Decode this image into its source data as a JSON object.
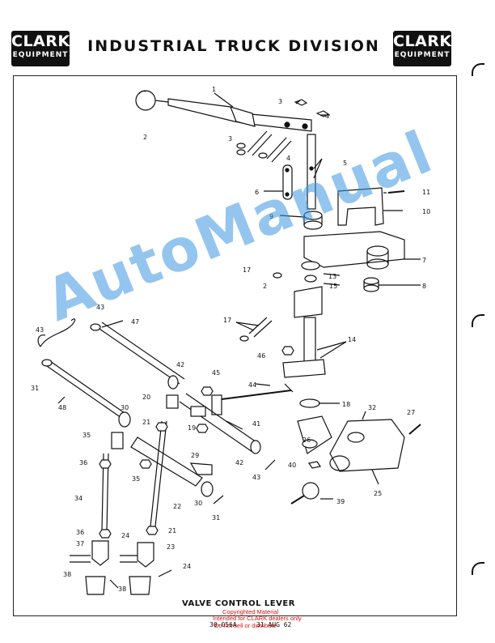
{
  "header": {
    "logo_left": {
      "line1": "CLARK",
      "line2": "EQUIPMENT"
    },
    "title": "INDUSTRIAL TRUCK DIVISION",
    "logo_right": {
      "line1": "CLARK",
      "line2": "EQUIPMENT"
    }
  },
  "diagram": {
    "callouts": [
      "1",
      "2",
      "3",
      "4",
      "3",
      "4",
      "5",
      "6",
      "11",
      "10",
      "9",
      "7",
      "13",
      "15",
      "8",
      "17",
      "2",
      "43",
      "47",
      "17",
      "14",
      "43",
      "46",
      "42",
      "45",
      "44",
      "31",
      "48",
      "20",
      "18",
      "32",
      "27",
      "30",
      "21",
      "19",
      "41",
      "26",
      "35",
      "29",
      "36",
      "35",
      "42",
      "43",
      "40",
      "25",
      "34",
      "22",
      "30",
      "31",
      "39",
      "36",
      "37",
      "24",
      "23",
      "21",
      "24",
      "38",
      "38"
    ]
  },
  "footer": {
    "caption": "VALVE CONTROL LEVER",
    "doc_number": "30-056A",
    "date": "31 AUG 62",
    "notice": [
      "Copyrighted Material",
      "Intended for CLARK dealers only",
      "Do not sell or distribute"
    ]
  },
  "watermark": "AutoManual",
  "colors": {
    "ink": "#111111",
    "watermark": "#3c96e1",
    "notice": "#dd1111"
  }
}
